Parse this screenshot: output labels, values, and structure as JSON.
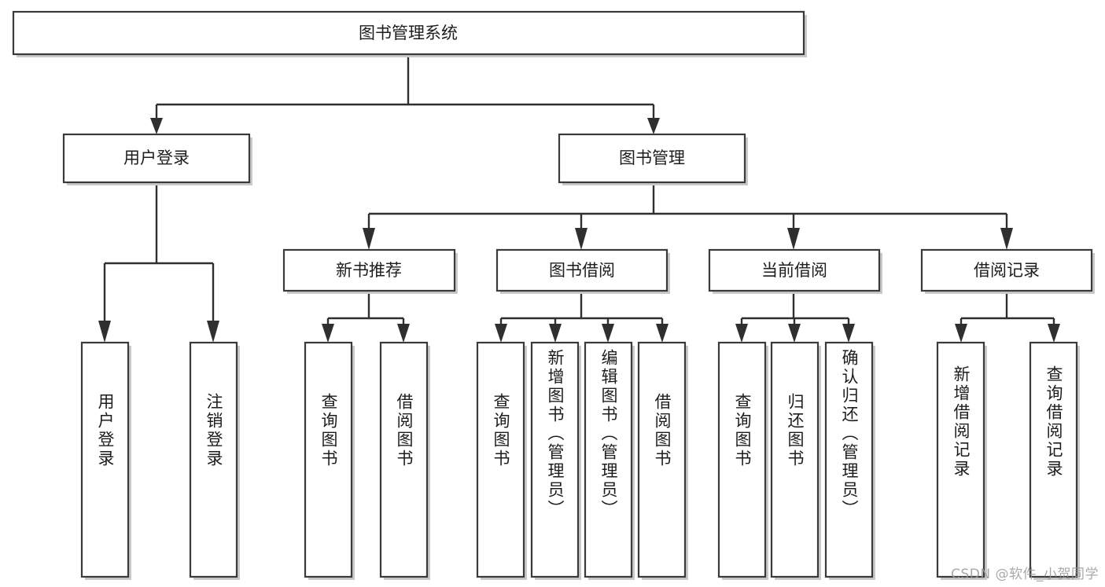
{
  "diagram": {
    "type": "tree-hierarchy-chart",
    "title": "图书管理系统",
    "orientation": "top-down",
    "colors": {
      "box_fill": "#ffffff",
      "box_stroke": "#3a3a3a",
      "connector": "#2f2f2f",
      "text": "#1d1d1d",
      "watermark": "#9a9a9a",
      "background": "#ffffff"
    },
    "levels": [
      {
        "level": 1,
        "nodes": [
          {
            "id": "root",
            "label": "图书管理系统",
            "orientation": "horizontal"
          }
        ]
      },
      {
        "level": 2,
        "nodes": [
          {
            "id": "user-login",
            "label": "用户登录",
            "orientation": "horizontal",
            "parent": "root"
          },
          {
            "id": "book-manage",
            "label": "图书管理",
            "orientation": "horizontal",
            "parent": "root"
          }
        ]
      },
      {
        "level": 3,
        "nodes": [
          {
            "id": "new-book-rec",
            "label": "新书推荐",
            "orientation": "horizontal",
            "parent": "book-manage"
          },
          {
            "id": "book-borrow",
            "label": "图书借阅",
            "orientation": "horizontal",
            "parent": "book-manage"
          },
          {
            "id": "current-borrow",
            "label": "当前借阅",
            "orientation": "horizontal",
            "parent": "book-manage"
          },
          {
            "id": "borrow-record",
            "label": "借阅记录",
            "orientation": "horizontal",
            "parent": "book-manage"
          }
        ]
      },
      {
        "level": 4,
        "nodes": [
          {
            "id": "leaf-user-login",
            "label": "用户登录",
            "orientation": "vertical",
            "parent": "user-login"
          },
          {
            "id": "leaf-user-logout",
            "label": "注销登录",
            "orientation": "vertical",
            "parent": "user-login"
          },
          {
            "id": "leaf-rec-query",
            "label": "查询图书",
            "orientation": "vertical",
            "parent": "new-book-rec"
          },
          {
            "id": "leaf-rec-borrow",
            "label": "借阅图书",
            "orientation": "vertical",
            "parent": "new-book-rec"
          },
          {
            "id": "leaf-borrow-query",
            "label": "查询图书",
            "orientation": "vertical",
            "parent": "book-borrow"
          },
          {
            "id": "leaf-borrow-add",
            "label": "新增图书（管理员）",
            "orientation": "vertical",
            "parent": "book-borrow"
          },
          {
            "id": "leaf-borrow-edit",
            "label": "编辑图书（管理员）",
            "orientation": "vertical",
            "parent": "book-borrow"
          },
          {
            "id": "leaf-borrow-lend",
            "label": "借阅图书",
            "orientation": "vertical",
            "parent": "book-borrow"
          },
          {
            "id": "leaf-cur-query",
            "label": "查询图书",
            "orientation": "vertical",
            "parent": "current-borrow"
          },
          {
            "id": "leaf-cur-return",
            "label": "归还图书",
            "orientation": "vertical",
            "parent": "current-borrow"
          },
          {
            "id": "leaf-cur-confirm",
            "label": "确认归还（管理员）",
            "orientation": "vertical",
            "parent": "current-borrow"
          },
          {
            "id": "leaf-rec-add",
            "label": "新增借阅记录",
            "orientation": "vertical",
            "parent": "borrow-record"
          },
          {
            "id": "leaf-rec-search",
            "label": "查询借阅记录",
            "orientation": "vertical",
            "parent": "borrow-record"
          }
        ]
      }
    ]
  },
  "watermark": {
    "text": "CSDN @软件_小贺同学"
  }
}
